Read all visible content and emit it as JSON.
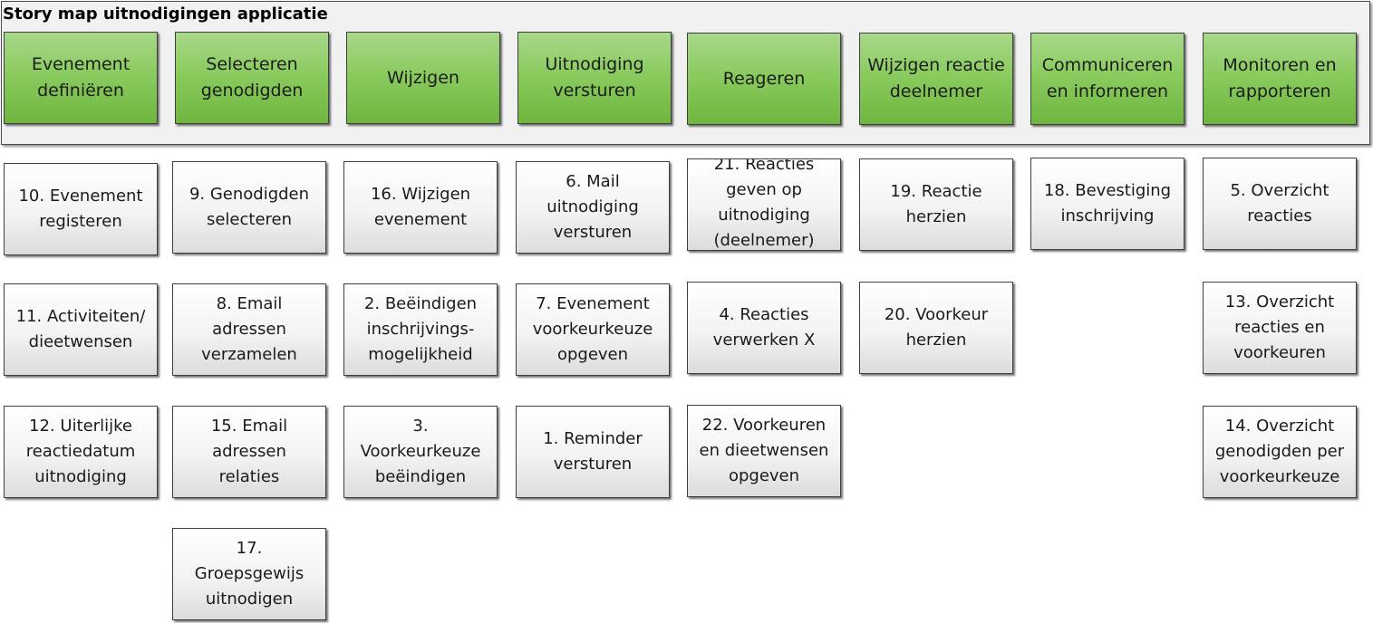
{
  "title": "Story map uitnodigingen applicatie",
  "activities": [
    "Evenement\ndefiniëren",
    "Selecteren\ngenodigden",
    "Wijzigen",
    "Uitnodiging\nversturen",
    "Reageren",
    "Wijzigen reactie\ndeelnemer",
    "Communiceren\nen informeren",
    "Monitoren en\nrapporteren"
  ],
  "stories": {
    "col1": [
      "10. Evenement\nregisteren",
      "11. Activiteiten/\ndieetwensen",
      "12. Uiterlijke\nreactiedatum\nuitnodiging"
    ],
    "col2": [
      "9. Genodigden\nselecteren",
      "8. Email\nadressen\nverzamelen",
      "15. Email\nadressen\nrelaties",
      "17.\nGroepsgewijs\nuitnodigen"
    ],
    "col3": [
      "16. Wijzigen\nevenement",
      "2. Beëindigen\ninschrijvings-\nmogelijkheid",
      "3.\nVoorkeurkeuze\nbeëindigen"
    ],
    "col4": [
      "6. Mail\nuitnodiging\nversturen",
      "7. Evenement\nvoorkeurkeuze\nopgeven",
      "1. Reminder\nversturen"
    ],
    "col5": [
      "21. Reacties\ngeven op\nuitnodiging\n(deelnemer)",
      "4. Reacties\nverwerken X",
      "22. Voorkeuren\nen dieetwensen\nopgeven"
    ],
    "col6": [
      "19. Reactie\nherzien",
      "20. Voorkeur\nherzien"
    ],
    "col7": [
      "18. Bevestiging\ninschrijving"
    ],
    "col8": [
      "5. Overzicht\nreacties",
      "13. Overzicht\nreacties en\nvoorkeuren",
      "14. Overzicht\ngenodigden per\nvoorkeurkeuze"
    ]
  }
}
